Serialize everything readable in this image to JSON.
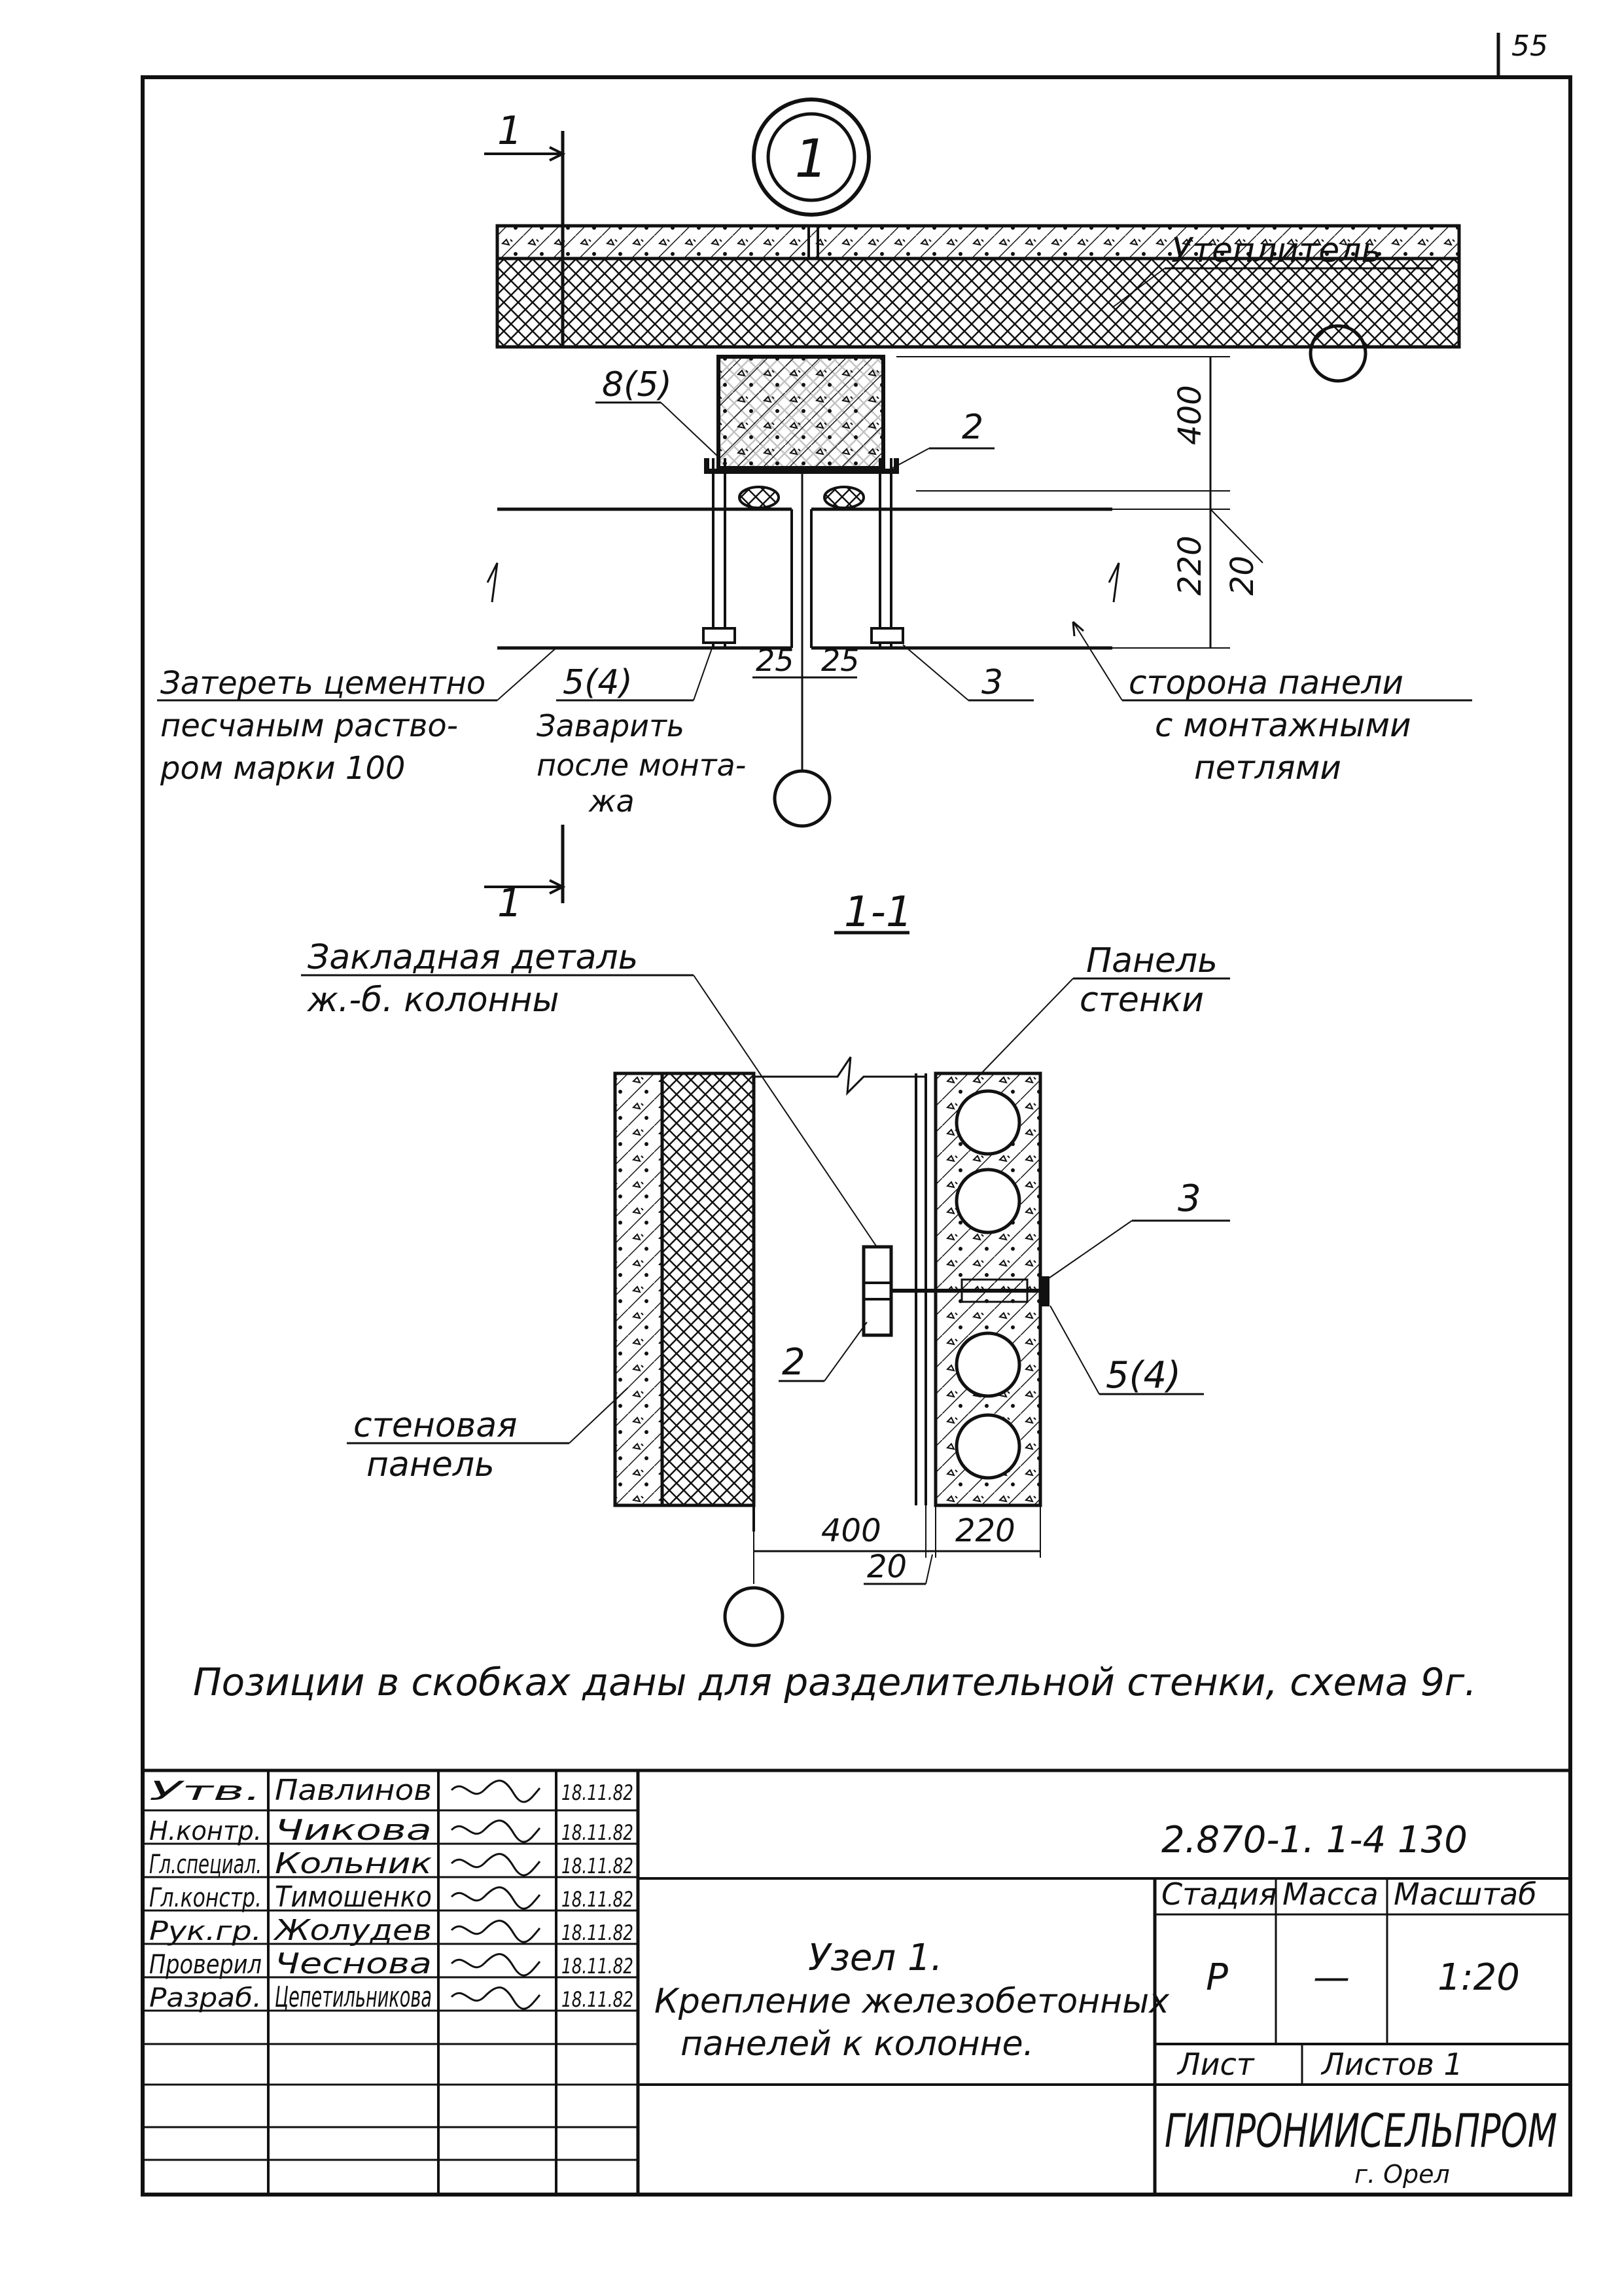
{
  "sheet_number": "55",
  "node_marker": "1",
  "section_marks": {
    "top": "1",
    "bottom": "1"
  },
  "callouts": {
    "insulation": "Утеплитель",
    "pos_8_5": "8(5)",
    "pos_2": "2",
    "pos_3": "3",
    "pos_5_4": "5(4)",
    "mortar": [
      "Затереть цементно",
      "песчаным раство-",
      "ром марки 100"
    ],
    "weld": [
      "Заварить",
      "после монта-",
      "жа"
    ],
    "panel_side": [
      "сторона панели",
      "с монтажными",
      "петлями"
    ]
  },
  "dimensions": {
    "d400": "400",
    "d220": "220",
    "d20": "20",
    "d25a": "25",
    "d25b": "25"
  },
  "section": {
    "title": "1-1",
    "embedded_part": [
      "Закладная деталь",
      "ж.-б. колонны"
    ],
    "wall_panel": [
      "Панель",
      "стенки"
    ],
    "outer_panel": [
      "стеновая",
      "панель"
    ],
    "pos_2": "2",
    "pos_3": "3",
    "pos_5_4": "5(4)",
    "d400": "400",
    "d220": "220",
    "d20": "20"
  },
  "note": "Позиции в скобках даны для разделительной стенки, схема 9г.",
  "title_block": {
    "signers": [
      {
        "role": "Утв.",
        "name": "Павлинов",
        "date": "18.11.82"
      },
      {
        "role": "Н.контр.",
        "name": "Чикова",
        "date": "18.11.82"
      },
      {
        "role": "Гл.специал.",
        "name": "Кольник",
        "date": "18.11.82"
      },
      {
        "role": "Гл.констр.",
        "name": "Тимошенко",
        "date": "18.11.82"
      },
      {
        "role": "Рук.гр.",
        "name": "Жолудев",
        "date": "18.11.82"
      },
      {
        "role": "Проверил",
        "name": "Чеснова",
        "date": "18.11.82"
      },
      {
        "role": "Разраб.",
        "name": "Цепетильникова",
        "date": "18.11.82"
      }
    ],
    "doc_code": "2.870-1. 1-4 130",
    "title_line1": "Узел 1.",
    "title_line2": "Крепление железобетонных",
    "title_line3": "панелей к колонне.",
    "stage_header": "Стадия",
    "mass_header": "Масса",
    "scale_header": "Масштаб",
    "stage": "Р",
    "mass": "—",
    "scale": "1:20",
    "sheet_label": "Лист",
    "sheets_label": "Листов 1",
    "org": "ГИПРОНИИСЕЛЬПРОМ",
    "city": "г. Орел"
  }
}
